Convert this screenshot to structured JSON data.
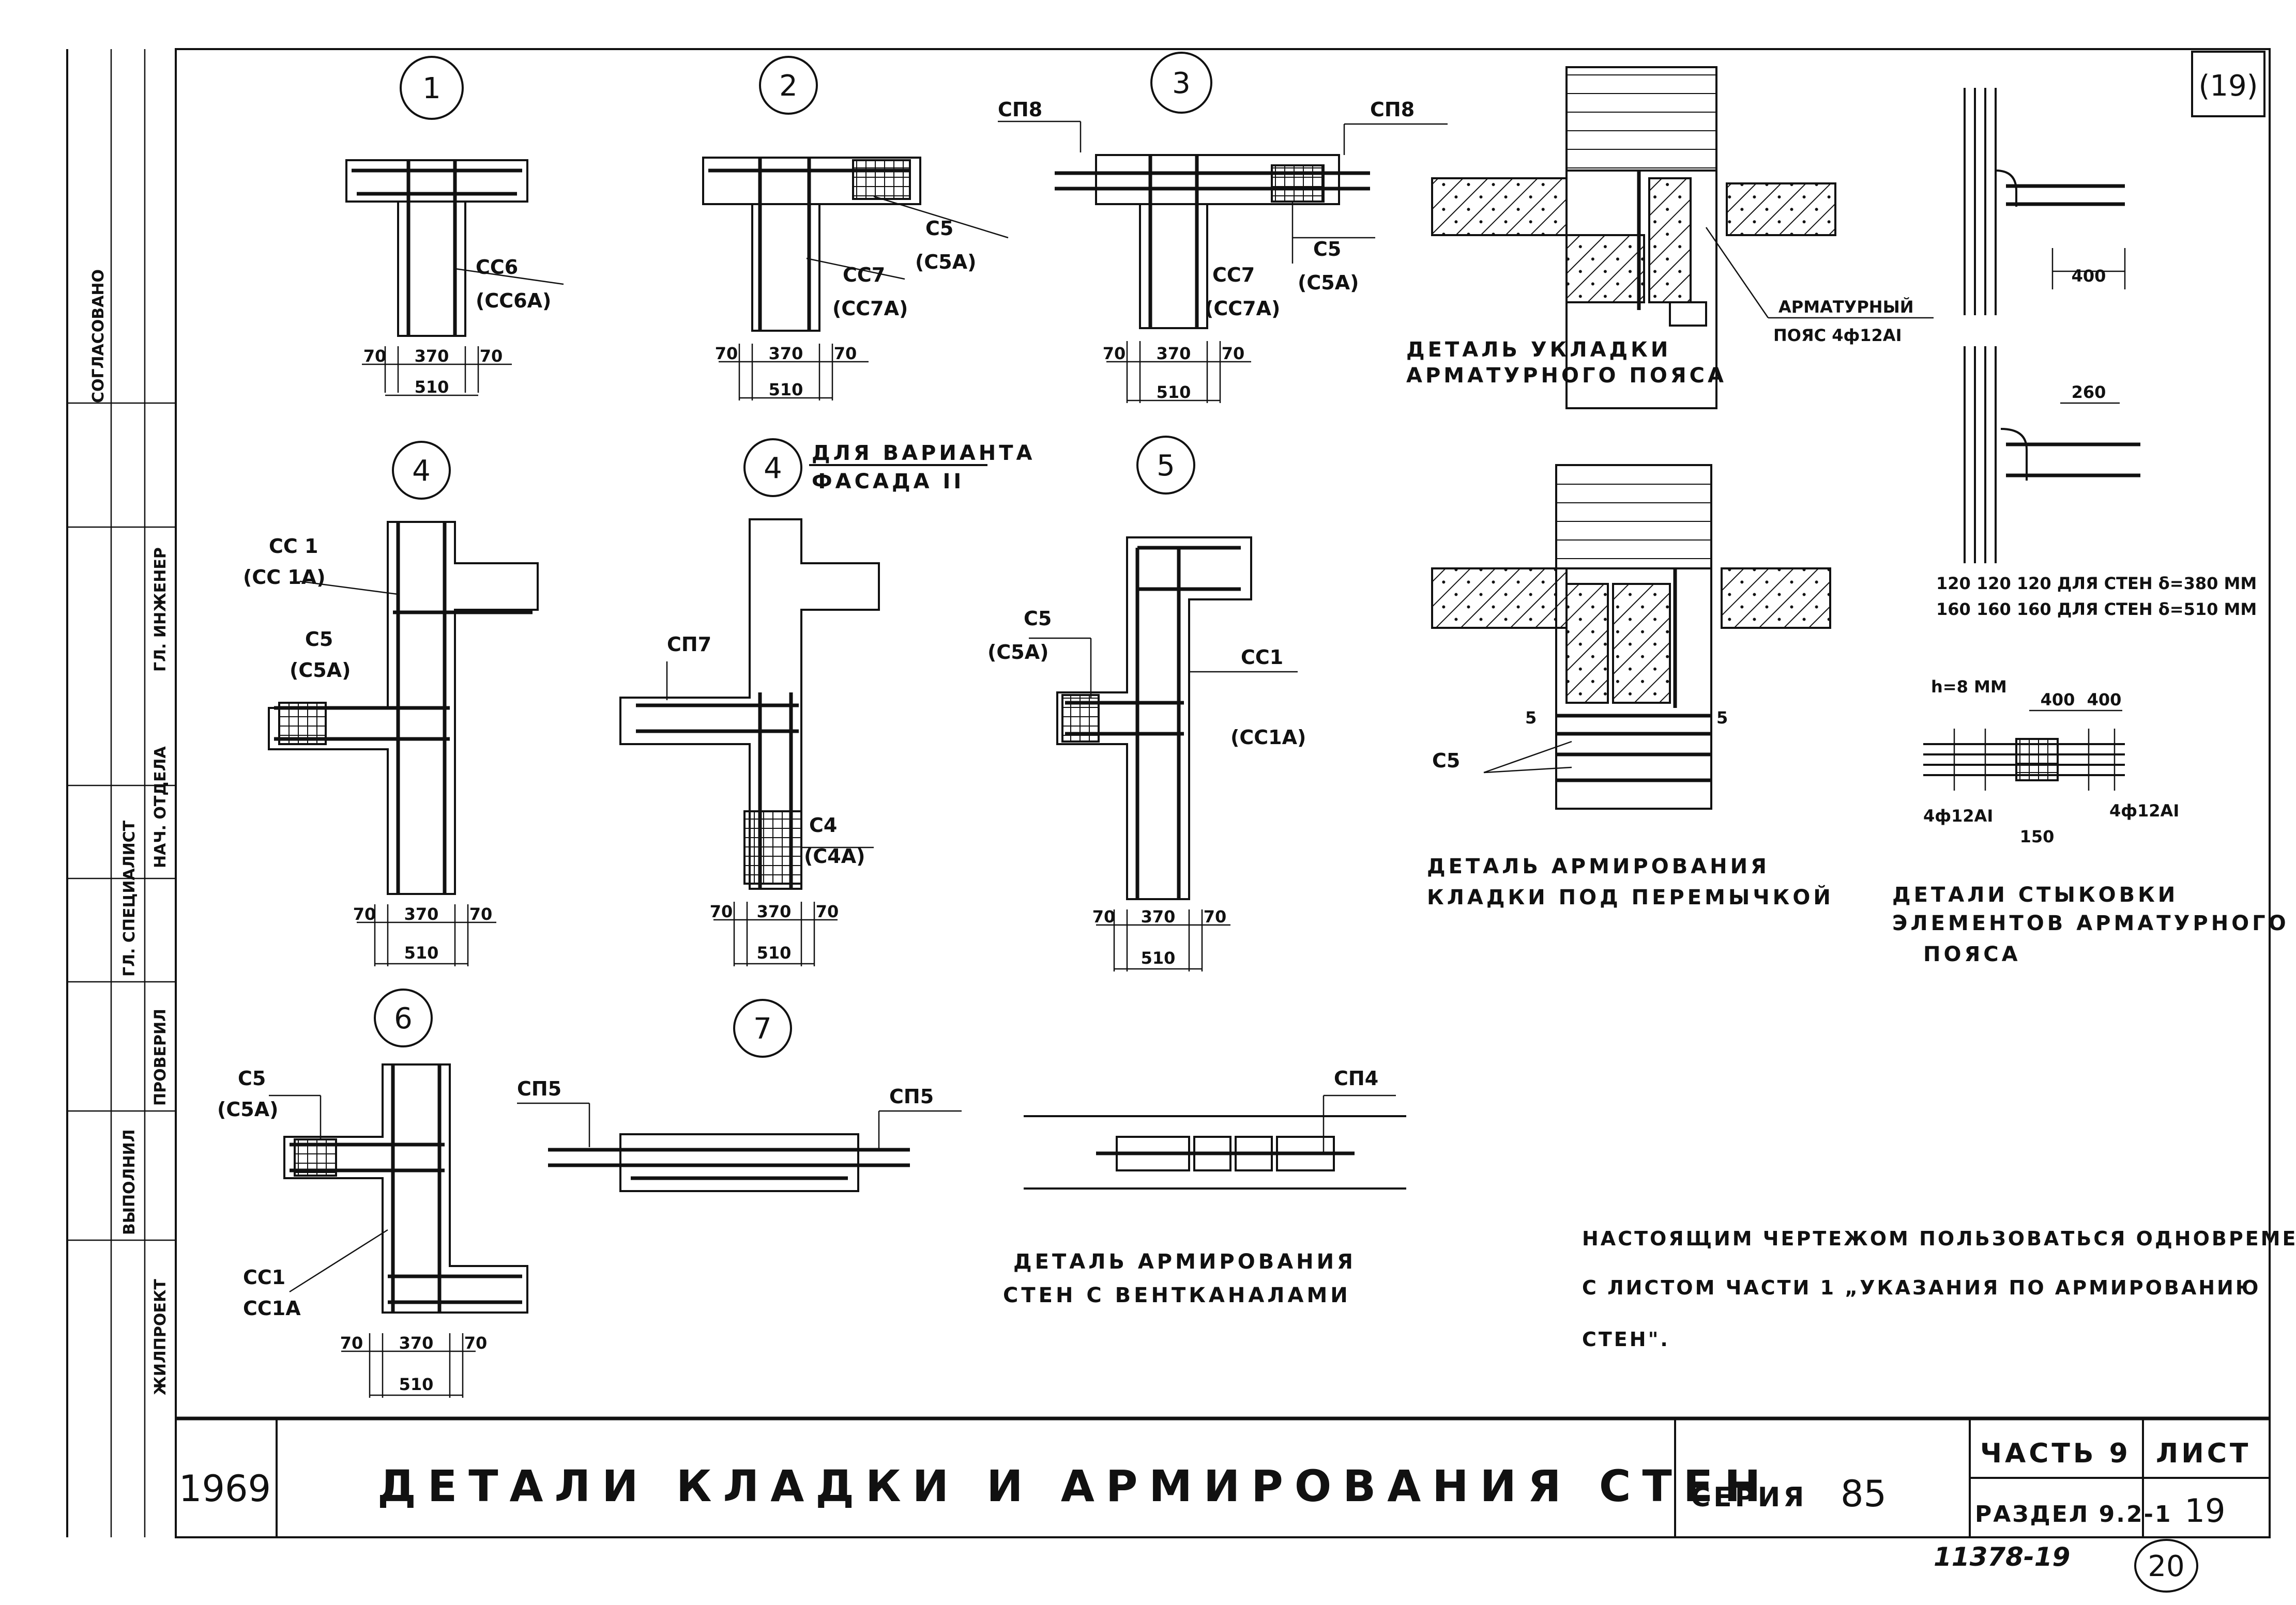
{
  "sheet_number": "(19)",
  "details": {
    "d1": {
      "marker": "1",
      "label1": "СС6",
      "label2": "(СС6А)",
      "dims": [
        "70",
        "370",
        "70"
      ],
      "total": "510"
    },
    "d2": {
      "marker": "2",
      "label1": "СС7",
      "label2": "(СС7А)",
      "label3": "С5",
      "label4": "(С5А)",
      "dims": [
        "70",
        "370",
        "70"
      ],
      "total": "510"
    },
    "d3": {
      "marker": "3",
      "label1": "СС7",
      "label2": "(СС7А)",
      "label3": "С5",
      "label4": "(С5А)",
      "label5": "СП8",
      "label6": "СП8",
      "dims": [
        "70",
        "370",
        "70"
      ],
      "total": "510"
    },
    "d4": {
      "marker": "4",
      "label1": "СС 1",
      "label2": "(СС 1А)",
      "label3": "С5",
      "label4": "(С5А)",
      "dims": [
        "70",
        "370",
        "70"
      ],
      "total": "510"
    },
    "d4b": {
      "marker": "4",
      "note1": "ДЛЯ ВАРИАНТА",
      "note2": "ФАСАДА II",
      "label1": "СП7",
      "label2": "С4",
      "label3": "(С4А)",
      "dims": [
        "70",
        "370",
        "70"
      ],
      "total": "510"
    },
    "d5": {
      "marker": "5",
      "label1": "С5",
      "label2": "(С5А)",
      "label3": "СС1",
      "label4": "(СС1А)",
      "dims": [
        "70",
        "370",
        "70"
      ],
      "total": "510"
    },
    "d6": {
      "marker": "6",
      "label1": "С5",
      "label2": "(С5А)",
      "label3": "СС1",
      "label4": "СС1А",
      "dims": [
        "70",
        "370",
        "70"
      ],
      "total": "510"
    },
    "d7": {
      "marker": "7",
      "label1": "СП5",
      "label2": "СП5"
    }
  },
  "vent": {
    "label": "СП4",
    "cap1": "ДЕТАЛЬ АРМИРОВАНИЯ",
    "cap2": "СТЕН С ВЕНТКАНАЛАМИ"
  },
  "belt_detail": {
    "cap1": "ДЕТАЛЬ УКЛАДКИ",
    "cap2": "АРМАТУРНОГО ПОЯСА",
    "label1": "АРМАТУРНЫЙ",
    "label2": "ПОЯС 4ф12АI"
  },
  "lintel_detail": {
    "cap1": "ДЕТАЛЬ АРМИРОВАНИЯ",
    "cap2": "КЛАДКИ ПОД ПЕРЕМЫЧКОЙ",
    "label": "С5",
    "cut": "5"
  },
  "joint_detail": {
    "dim1": "400",
    "dim2": "260",
    "line1": "120 120 120 ДЛЯ СТЕН δ=380 ММ",
    "line2": "160 160 160 ДЛЯ СТЕН δ=510 ММ",
    "h": "h=8 ММ",
    "dim3": "400",
    "dim4": "400",
    "bar_left": "4ф12АI",
    "bar_right": "4ф12АI",
    "dim5": "150",
    "cap1": "ДЕТАЛИ СТЫКОВКИ",
    "cap2": "ЭЛЕМЕНТОВ АРМАТУРНОГО",
    "cap3": "ПОЯСА"
  },
  "note": {
    "line1": "НАСТОЯЩИМ ЧЕРТЕЖОМ ПОЛЬЗОВАТЬСЯ ОДНОВРЕМЕННО",
    "line2": "С ЛИСТОМ ЧАСТИ 1 „УКАЗАНИЯ ПО АРМИРОВАНИЮ",
    "line3": "СТЕН\"."
  },
  "title_block": {
    "year": "1969",
    "title": "ДЕТАЛИ КЛАДКИ И АРМИРОВАНИЯ СТЕН",
    "series_label": "СЕРИЯ",
    "series_value": "85",
    "part": "ЧАСТЬ 9",
    "section": "РАЗДЕЛ 9.2-1",
    "sheet_label": "ЛИСТ",
    "sheet_value": "19"
  },
  "stamp": {
    "code": "11378-19",
    "circled": "20"
  },
  "side_stamp": {
    "approval": "СОГЛАСОВАНО",
    "rows": [
      "ГЛ. ИНЖЕНЕР",
      "НАЧ. ОТДЕЛА",
      "ГЛ. СПЕЦИАЛИСТ",
      "ПРОВЕРИЛ",
      "ВЫПОЛНИЛ",
      "ЖИЛПРОЕКТ"
    ]
  }
}
